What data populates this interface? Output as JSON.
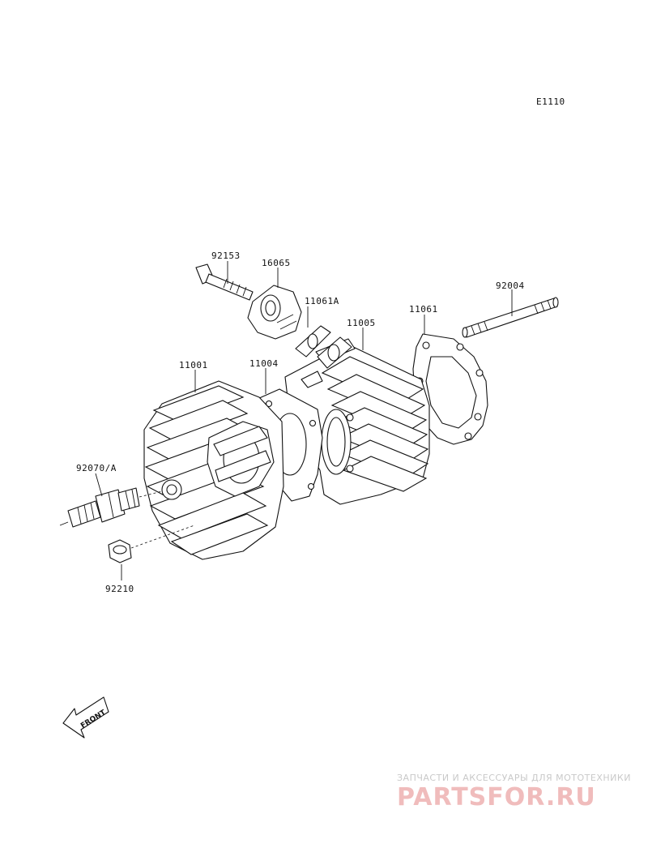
{
  "diagram_code": "E1110",
  "parts": {
    "p92153": "92153",
    "p16065": "16065",
    "p11061A": "11061A",
    "p11061": "11061",
    "p92004": "92004",
    "p11005": "11005",
    "p11001": "11001",
    "p11004": "11004",
    "p92070A": "92070/A",
    "p92210": "92210"
  },
  "front_marker": "FRONT",
  "watermark": {
    "tagline": "ЗАПЧАСТИ И АКСЕССУАРЫ ДЛЯ МОТОТЕХНИКИ",
    "logo": "PARTSFOR.RU"
  },
  "colors": {
    "line": "#111111",
    "watermark_text": "#c9c9c9",
    "watermark_logo": "#f0bcbc"
  }
}
